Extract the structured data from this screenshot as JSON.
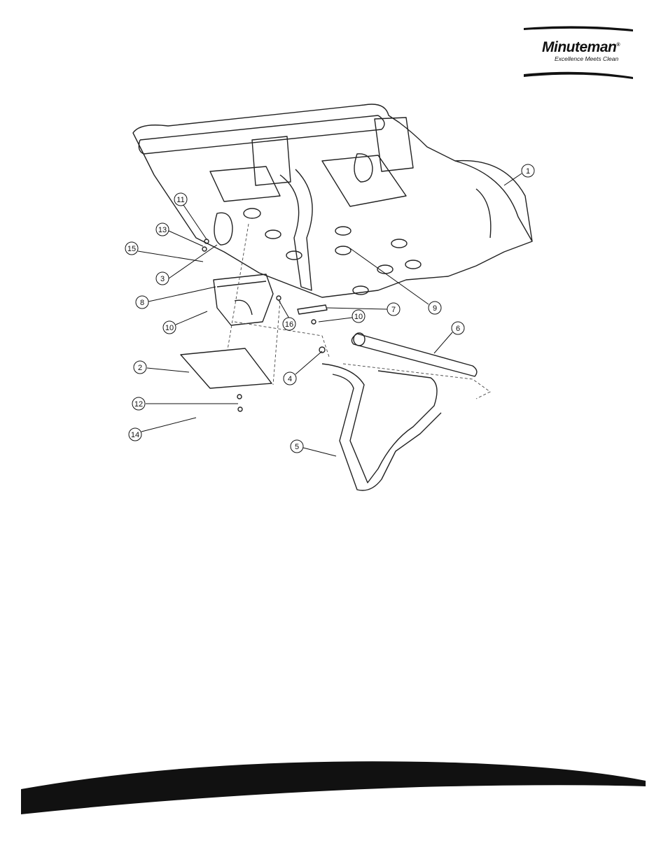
{
  "brand": {
    "name": "Minuteman",
    "registered_mark": "®",
    "tagline": "Excellence Meets Clean"
  },
  "callouts": [
    {
      "id": "c1",
      "label": "1"
    },
    {
      "id": "c2",
      "label": "2"
    },
    {
      "id": "c3",
      "label": "3"
    },
    {
      "id": "c4",
      "label": "4"
    },
    {
      "id": "c5",
      "label": "5"
    },
    {
      "id": "c6",
      "label": "6"
    },
    {
      "id": "c7",
      "label": "7"
    },
    {
      "id": "c8",
      "label": "8"
    },
    {
      "id": "c9",
      "label": "9"
    },
    {
      "id": "c10a",
      "label": "10"
    },
    {
      "id": "c10b",
      "label": "10"
    },
    {
      "id": "c11",
      "label": "11"
    },
    {
      "id": "c12",
      "label": "12"
    },
    {
      "id": "c13",
      "label": "13"
    },
    {
      "id": "c14",
      "label": "14"
    },
    {
      "id": "c15",
      "label": "15"
    },
    {
      "id": "c16",
      "label": "16"
    }
  ]
}
